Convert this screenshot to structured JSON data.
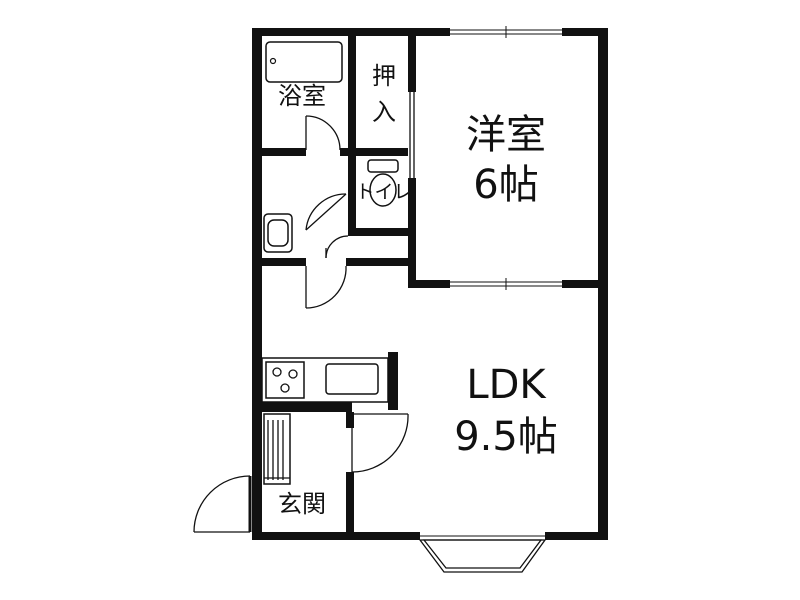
{
  "rooms": {
    "bath": "浴室",
    "closet_line1": "押",
    "closet_line2": "入",
    "toilet": "トイレ",
    "western_name": "洋室",
    "western_size": "6帖",
    "ldk_name": "LDK",
    "ldk_size": "9.5帖",
    "entrance": "玄関"
  },
  "colors": {
    "walls": "#111111",
    "background": "#ffffff"
  }
}
